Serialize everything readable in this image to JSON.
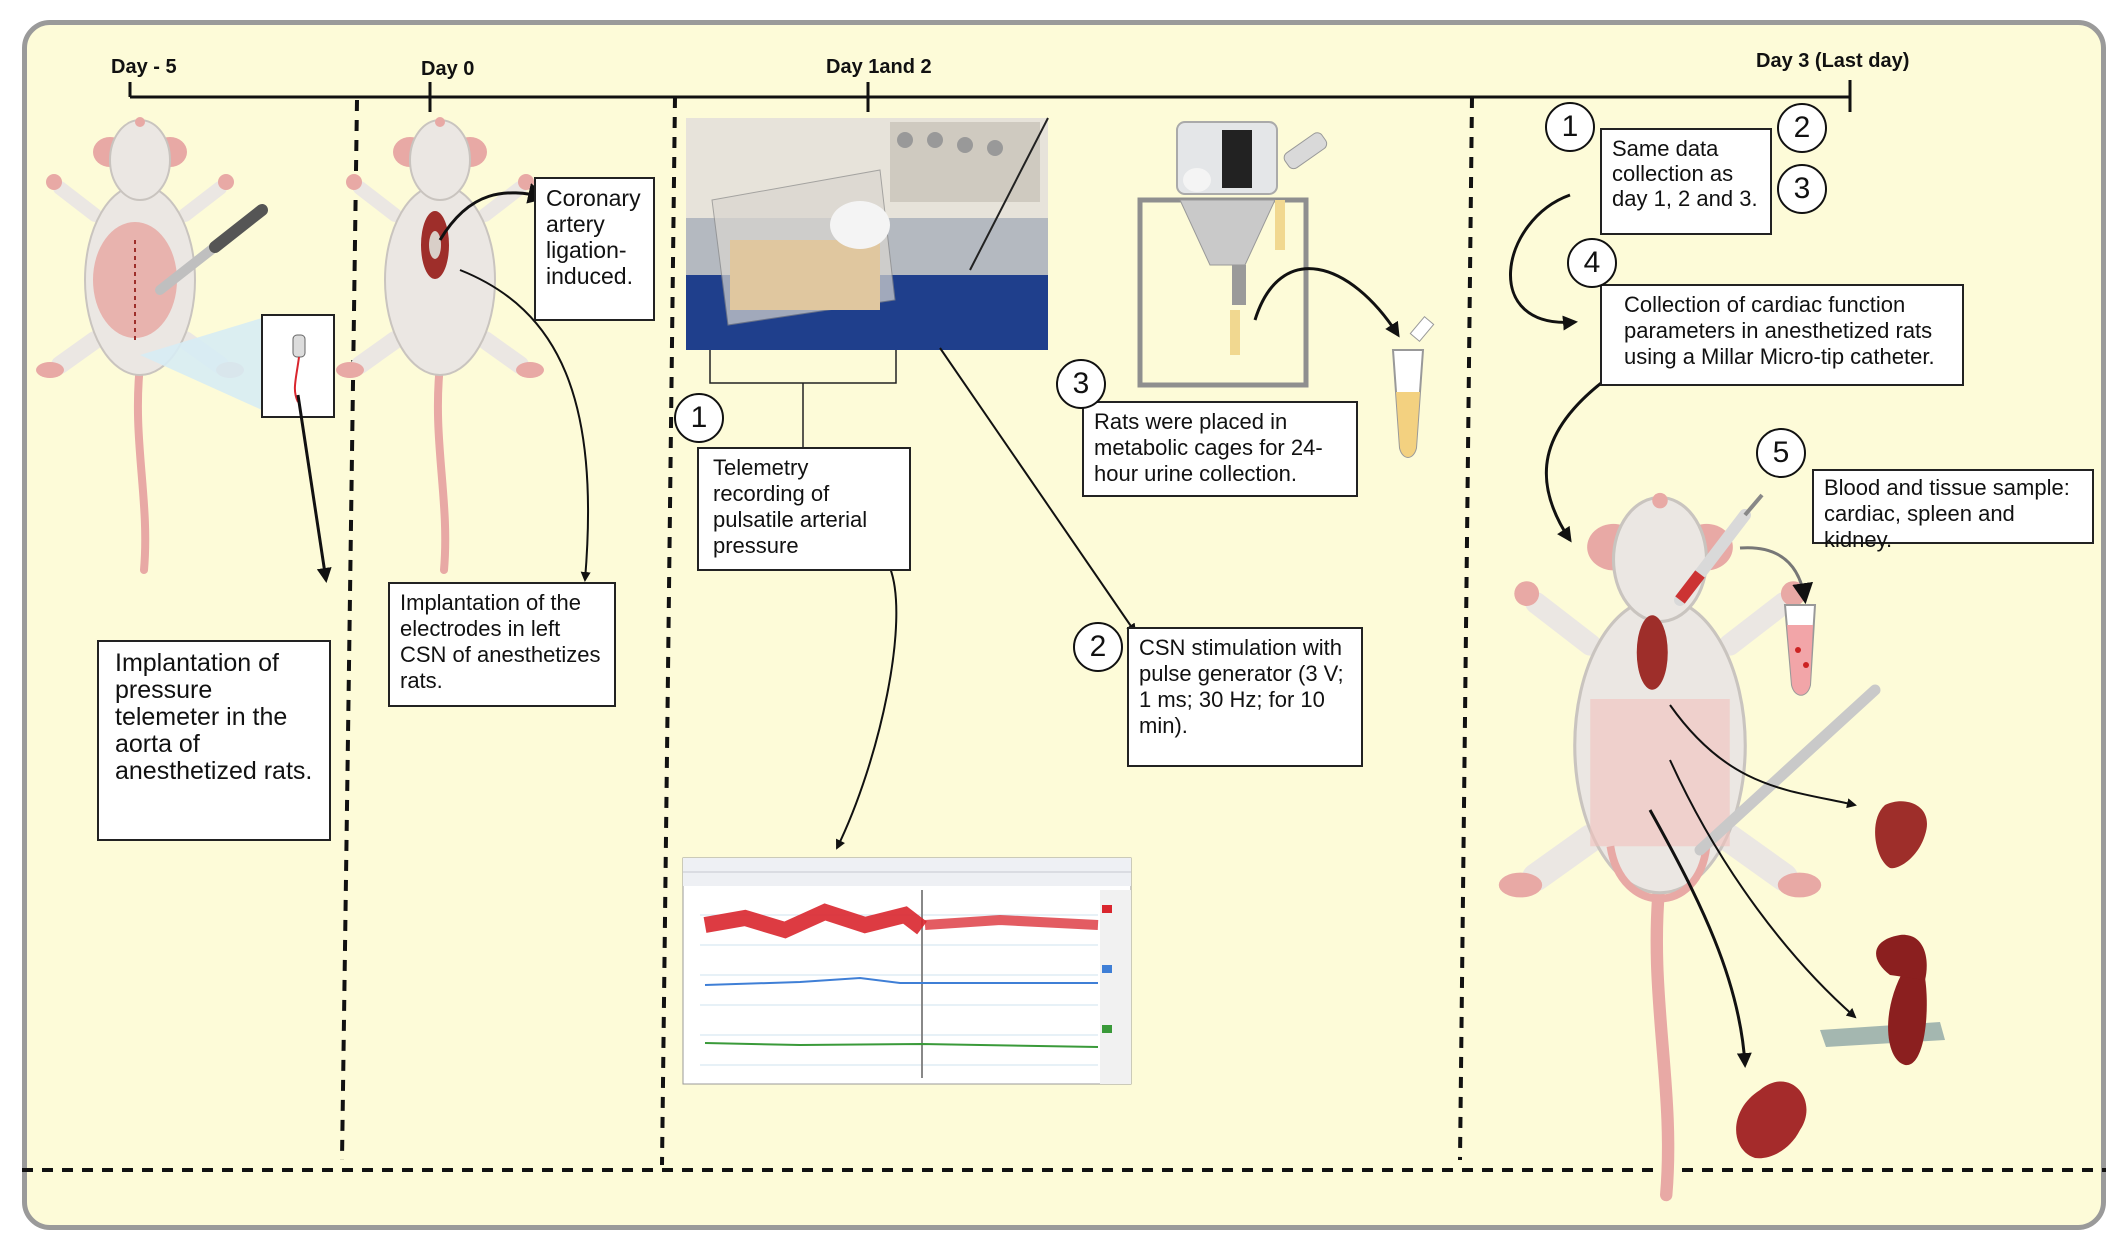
{
  "timeline": {
    "days": [
      "Day - 5",
      "Day 0",
      "Day 1and 2",
      "Day 3 (Last day)"
    ]
  },
  "boxes": {
    "pressure_telemeter": "Implantation of pressure telemeter in the aorta of anesthetized rats.",
    "coronary": "Coronary artery ligation-induced.",
    "electrodes": "Implantation of the electrodes in left CSN of anesthetizes rats.",
    "telemetry": "Telemetry recording of pulsatile arterial pressure",
    "metabolic": "Rats were placed in metabolic cages for 24-hour urine collection.",
    "csn": "CSN stimulation with pulse generator (3 V; 1 ms; 30 Hz; for 10 min).",
    "same_data": "Same data collection as day 1, 2 and 3.",
    "cardiac_function": "Collection of cardiac function parameters in anesthetized rats using a Millar Micro-tip catheter.",
    "blood_tissue": "Blood and tissue sample: cardiac, spleen and kidney."
  },
  "numbers": {
    "telemetry": "1",
    "csn": "2",
    "metabolic": "3",
    "day3_one": "1",
    "day3_two": "2",
    "day3_three": "3",
    "day3_four": "4",
    "day3_five": "5"
  },
  "colors": {
    "panel_background": "#fdfbd8",
    "panel_border": "#9a9a9a",
    "rat_body": "#ebe7e3",
    "rat_pink": "#e8a9a5",
    "organ_red": "#9e2e2a",
    "pressure_trace": "#d9262e",
    "blue_trace": "#3f7fd6",
    "green_trace": "#3a9a3a"
  }
}
